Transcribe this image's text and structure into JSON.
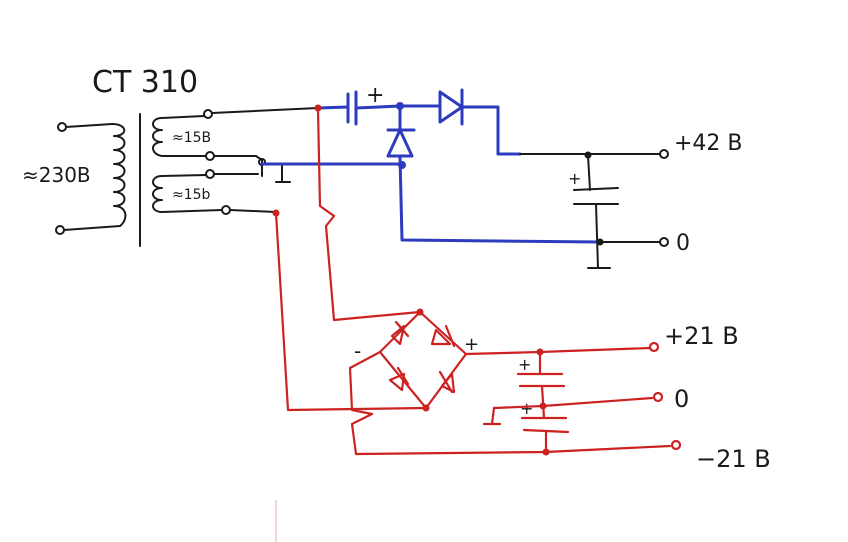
{
  "transformer": {
    "title": "CT 310",
    "primary_label": "≈230B",
    "secondary_1_label": "≈15B",
    "secondary_2_label": "≈15b"
  },
  "outputs": {
    "top_plus": "+42 B",
    "top_zero": "0",
    "mid_plus": "+21 B",
    "mid_zero": "0",
    "mid_minus": "−21 B"
  },
  "marks": {
    "plus": "+",
    "minus": "-"
  },
  "colors": {
    "ink": "#1a1a1a",
    "blue": "#2d3bbf",
    "red": "#cc2222"
  }
}
